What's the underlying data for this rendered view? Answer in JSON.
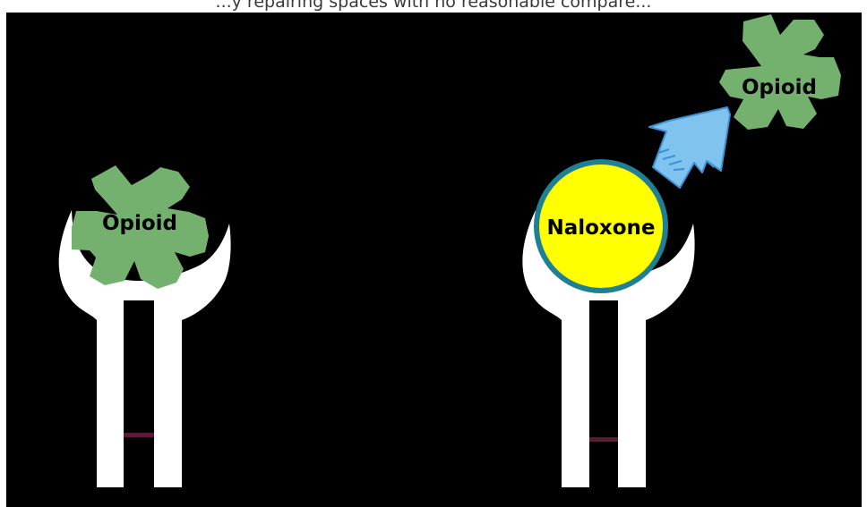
{
  "caption": "...y repairing spaces with no reasonable compare...",
  "labels": {
    "opioid_bound": "Opioid",
    "naloxone": "Naloxone",
    "opioid_displaced": "Opioid"
  },
  "colors": {
    "background": "#000000",
    "receptor": "#ffffff",
    "receptor_link": "#5b1a3a",
    "opioid_fill": "#74b06e",
    "naloxone_fill": "#ffff00",
    "naloxone_ring": "#1f7f93",
    "arrow_fill": "#7fc3ee",
    "arrow_stroke": "#3b93d6"
  },
  "icons": {
    "receptor_left": "receptor-icon",
    "receptor_right": "receptor-icon",
    "arrow": "displacement-arrow-icon"
  }
}
